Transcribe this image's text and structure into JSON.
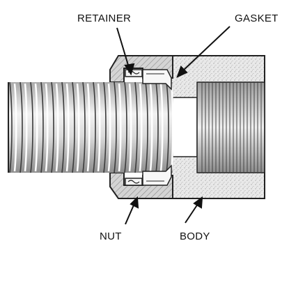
{
  "diagram": {
    "labels": {
      "retainer": "RETAINER",
      "gasket": "GASKET",
      "nut": "NUT",
      "body": "BODY"
    }
  }
}
